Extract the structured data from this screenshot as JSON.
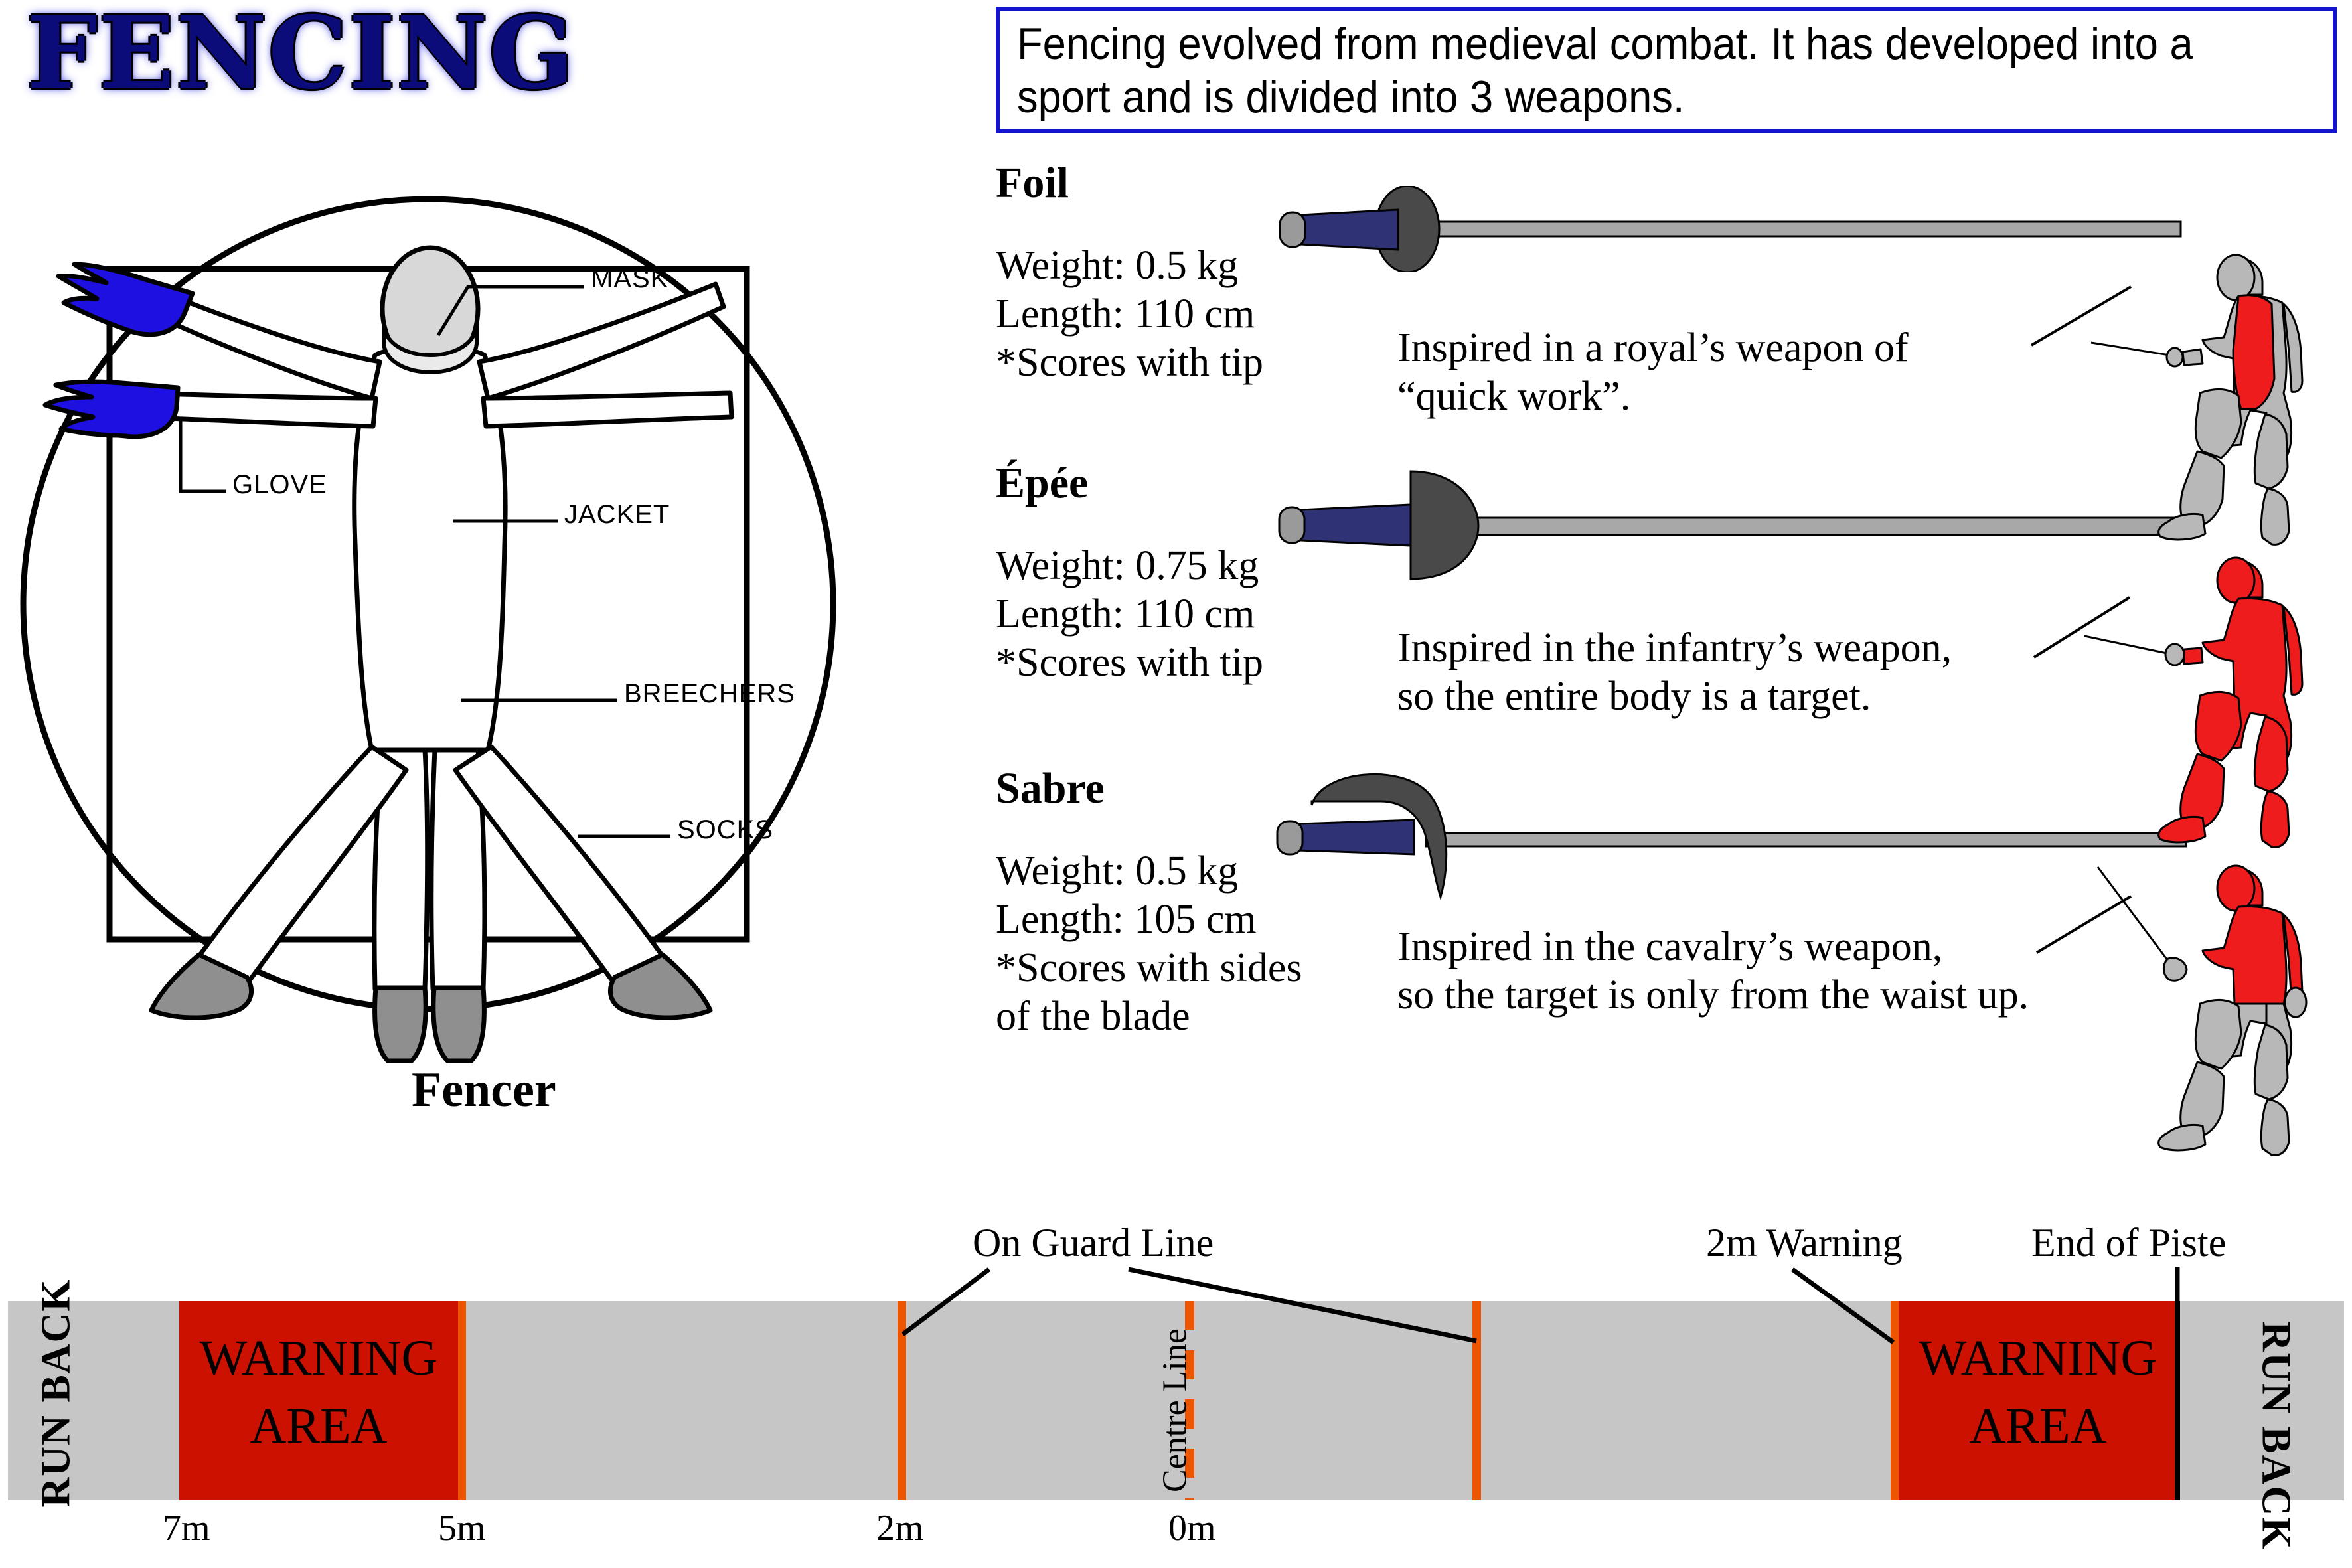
{
  "title": "FENCING",
  "intro": {
    "text": "Fencing evolved from medieval combat. It has developed into a sport and is divided into 3 weapons.",
    "border_color": "#1414cc"
  },
  "fencer_diagram": {
    "caption": "Fencer",
    "labels": [
      {
        "name": "mask",
        "text": "MASK"
      },
      {
        "name": "glove",
        "text": "GLOVE"
      },
      {
        "name": "jacket",
        "text": "JACKET"
      },
      {
        "name": "breechers",
        "text": "BREECHERS"
      },
      {
        "name": "socks",
        "text": "SOCKS"
      }
    ],
    "colors": {
      "glove": "#1e10e0",
      "mask": "#d8d8d8",
      "socks": "#8f8f8f",
      "outline": "#000000"
    }
  },
  "weapons": [
    {
      "name": "Foil",
      "weight": "Weight: 0.5 kg",
      "length": "Length: 110 cm",
      "scoring": "*Scores with tip",
      "scoring2": "",
      "description_line1": "Inspired in a royal’s weapon of",
      "description_line2": "“quick work”.",
      "guard": "small-oval",
      "target": "torso-only"
    },
    {
      "name": "Épée",
      "weight": "Weight: 0.75 kg",
      "length": "Length: 110 cm",
      "scoring": "*Scores with tip",
      "scoring2": "",
      "description_line1": "Inspired in the infantry’s weapon,",
      "description_line2": "so the entire body is a target.",
      "guard": "large-dome",
      "target": "whole-body"
    },
    {
      "name": "Sabre",
      "weight": "Weight: 0.5 kg",
      "length": "Length: 105 cm",
      "scoring": "*Scores with sides",
      "scoring2": "of the blade",
      "description_line1": "Inspired in the cavalry’s weapon,",
      "description_line2": "so the target is only from the waist up.",
      "guard": "knuckle-bow",
      "target": "waist-up"
    }
  ],
  "weapon_colors": {
    "grip": "#2f3274",
    "pommel": "#9a9a9a",
    "guard": "#494949",
    "blade": "#a8a8a8",
    "target_red": "#ee1c1c",
    "body_gray": "#b8b8b8"
  },
  "piste": {
    "callouts": [
      {
        "name": "on-guard-line",
        "text": "On Guard Line"
      },
      {
        "name": "centre-line",
        "text": "Centre Line"
      },
      {
        "name": "two-m-warning",
        "text": "2m Warning"
      },
      {
        "name": "end-of-piste",
        "text": "End of Piste"
      }
    ],
    "run_back_left": "RUN BACK",
    "run_back_right": "RUN BACK",
    "warning_word1": "WARNING",
    "warning_word2": "AREA",
    "measurements": [
      {
        "name": "seven-m",
        "text": "7m"
      },
      {
        "name": "five-m",
        "text": "5m"
      },
      {
        "name": "two-m",
        "text": "2m"
      },
      {
        "name": "zero-m",
        "text": "0m"
      }
    ],
    "colors": {
      "strip": "#c6c6c6",
      "warning_area": "#cc1100",
      "marker_line": "#ee5500"
    }
  }
}
